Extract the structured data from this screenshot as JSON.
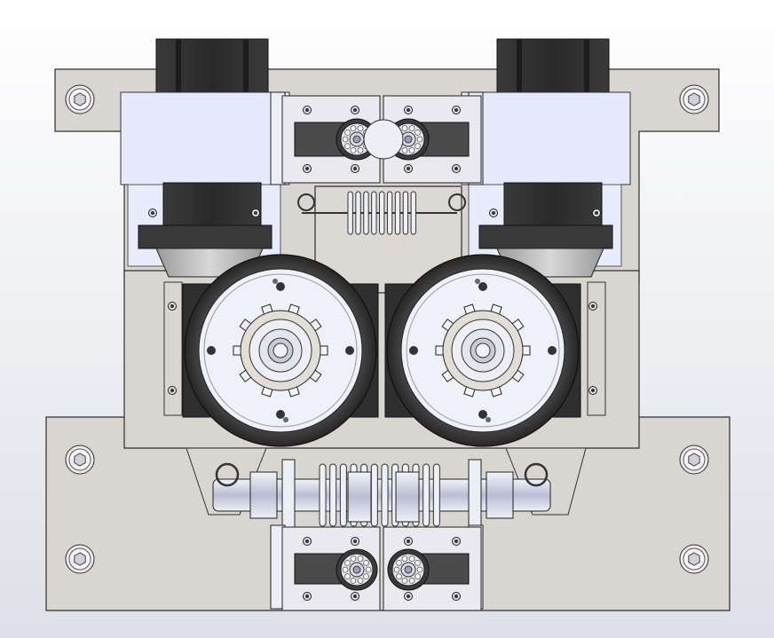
{
  "colors": {
    "background_top": "#ffffff",
    "background_bottom": "#dde0e8",
    "base_plate": "#d9d5d0",
    "plate_edge": "#3a3a3a",
    "motor_body": "#2e2e2e",
    "motor_bracket": "#e6e9fb",
    "wheel_tire": "#3b3b3b",
    "wheel_hub": "#eef0fa",
    "bearing_block": "#4a4a4a",
    "spring": "#cfd3e6",
    "shaft": "#d6d9ea"
  },
  "icons": {
    "mounting_bolt": "hex-socket-bolt-icon",
    "bearing": "bearing-icon",
    "spring": "coil-spring-icon",
    "wheel": "drive-wheel-icon",
    "motor": "stepper-motor-icon"
  },
  "assembly": {
    "motor_count": 2,
    "wheel_count": 2,
    "spring_count": 2,
    "bearing_block_count": 4,
    "mounting_bolt_count": 6
  }
}
